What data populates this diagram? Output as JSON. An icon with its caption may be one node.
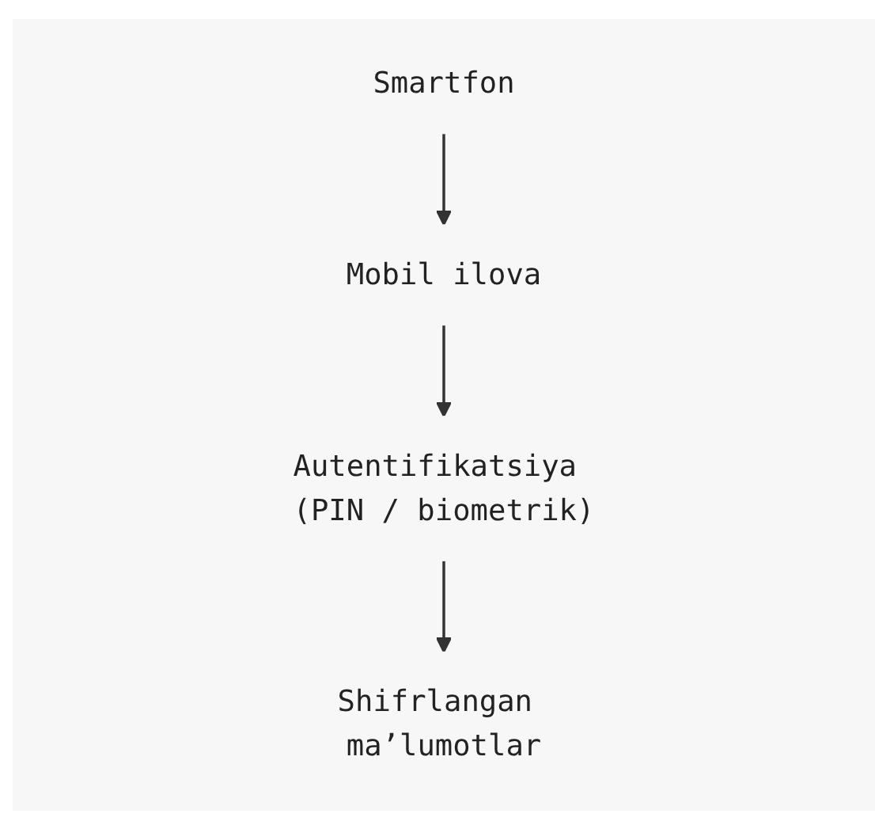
{
  "diagram": {
    "nodes": [
      {
        "text": [
          "Smartfon"
        ]
      },
      {
        "text": [
          "Mobil ilova"
        ]
      },
      {
        "text": [
          "Autentifikatsiya (PIN / biometrik)"
        ]
      },
      {
        "text": [
          "Shifrlangan ma’lumotlar"
        ]
      }
    ],
    "edges": [
      {
        "from": 0,
        "to": 1,
        "arrow": "to"
      },
      {
        "from": 1,
        "to": 2,
        "arrow": "to"
      },
      {
        "from": 2,
        "to": 3,
        "arrow": "to"
      }
    ]
  }
}
